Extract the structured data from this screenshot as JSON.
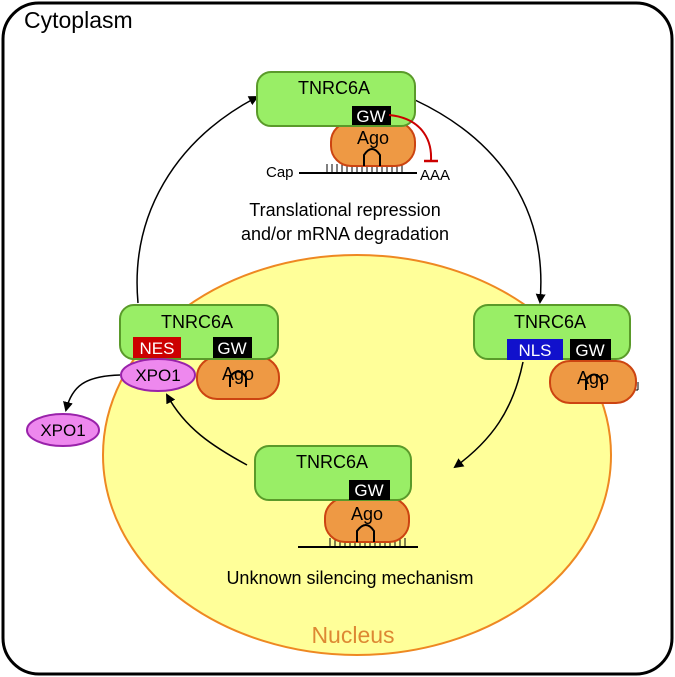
{
  "cytoplasm_label": "Cytoplasm",
  "nucleus_label": "Nucleus",
  "protein_label": "TNRC6A",
  "gw_label": "GW",
  "ago_label": "Ago",
  "nes_label": "NES",
  "nls_label": "NLS",
  "xpo1_label": "XPO1",
  "cap_label": "Cap",
  "polya_label": "AAA",
  "cytoplasm_caption_line1": "Translational repression",
  "cytoplasm_caption_line2": "and/or mRNA degradation",
  "nucleus_caption": "Unknown silencing mechanism",
  "colors": {
    "tnrc6a_fill": "#99ee66",
    "tnrc6a_stroke": "#5a9a2a",
    "ago_fill": "#ee9944",
    "ago_stroke": "#cc4411",
    "nucleus_fill": "#ffff99",
    "nucleus_stroke": "#ee8822",
    "nes": "#cc0000",
    "nls": "#1111cc",
    "gw": "#000000",
    "xpo1_fill": "#ee88ee",
    "xpo1_stroke": "#9922aa",
    "repression": "#cc0000",
    "nucleus_text": "#dd8833"
  }
}
